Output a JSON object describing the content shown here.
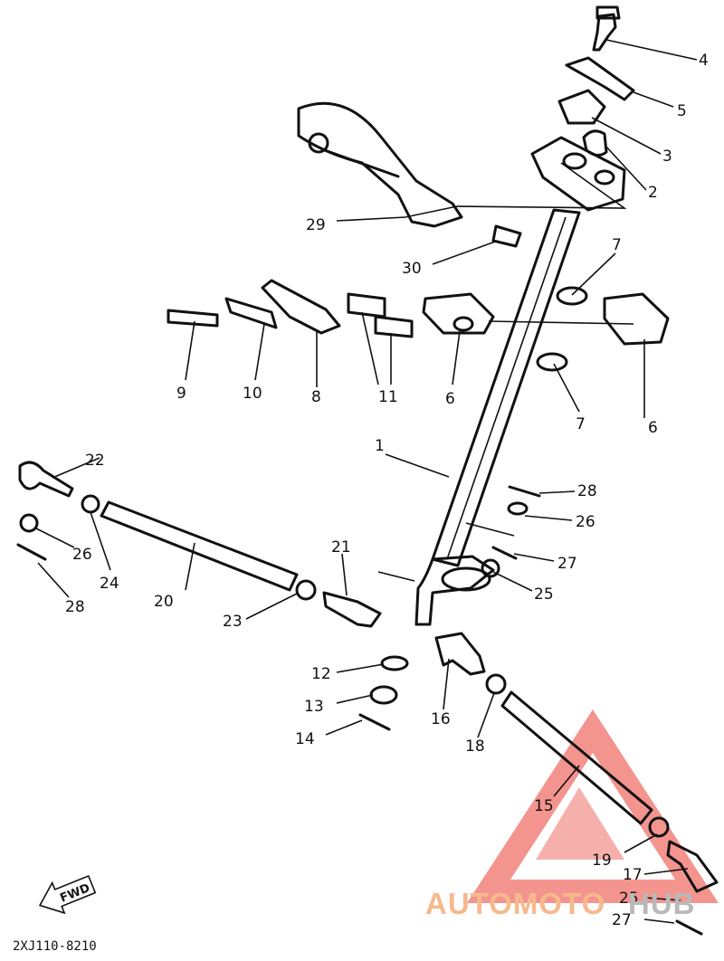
{
  "diagram": {
    "part_labels": [
      "1",
      "2",
      "3",
      "4",
      "5",
      "6",
      "6",
      "7",
      "7",
      "8",
      "9",
      "10",
      "11",
      "12",
      "13",
      "14",
      "15",
      "16",
      "17",
      "18",
      "19",
      "20",
      "21",
      "22",
      "23",
      "24",
      "25",
      "25",
      "26",
      "26",
      "27",
      "27",
      "28",
      "28",
      "29",
      "30"
    ],
    "direction_label": "FWD",
    "drawing_code": "2XJ110-8210"
  },
  "watermark": {
    "text_left": "AUTOMOTO",
    "text_right": "HUB",
    "colors": {
      "left": "#f6b98d",
      "right": "#b9b9b9",
      "triangle": "#ef7068"
    }
  }
}
